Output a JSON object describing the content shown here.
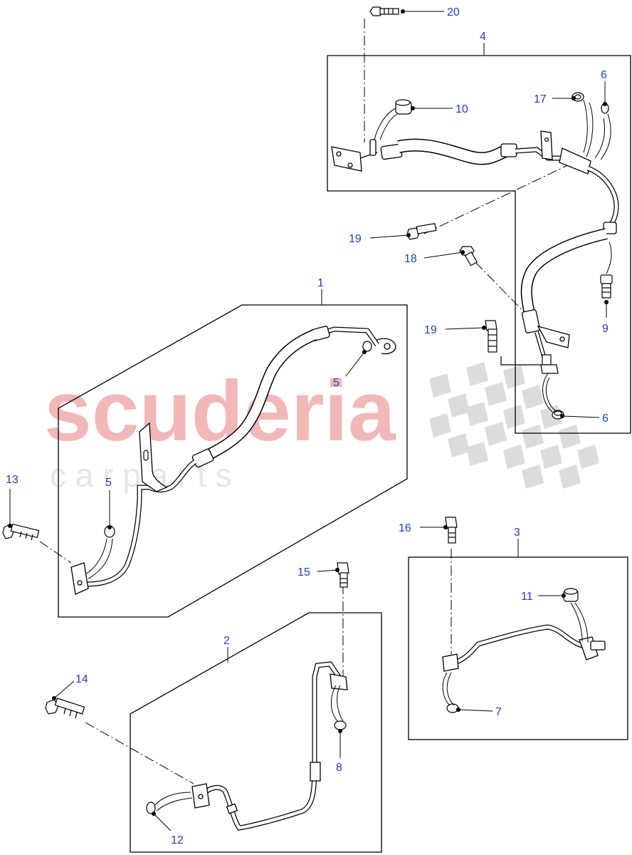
{
  "watermark": {
    "main": "scuderia",
    "sub": "c a r   p a r t s",
    "color": "#f2b8b8",
    "checker_color": "#d9d9d9"
  },
  "colors": {
    "line": "#000000",
    "label": "#1f3fbf",
    "part_fill": "#ffffff"
  },
  "callouts": {
    "c1": "1",
    "c2": "2",
    "c3": "3",
    "c4": "4",
    "c5a": "5",
    "c5b": "5",
    "c6a": "6",
    "c6b": "6",
    "c7": "7",
    "c8": "8",
    "c9": "9",
    "c10": "10",
    "c11": "11",
    "c12": "12",
    "c13": "13",
    "c14": "14",
    "c15": "15",
    "c16": "16",
    "c17": "17",
    "c18": "18",
    "c19a": "19",
    "c19b": "19",
    "c20": "20"
  }
}
